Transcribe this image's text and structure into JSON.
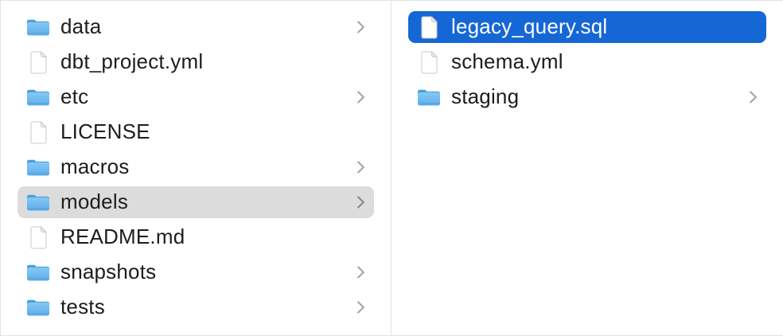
{
  "panes": {
    "left": {
      "name": "parent-column",
      "items": [
        {
          "label": "data",
          "type": "folder",
          "icon": "folder-icon",
          "chevron": true,
          "selected": false,
          "selection_style": null
        },
        {
          "label": "dbt_project.yml",
          "type": "file",
          "icon": "document-icon",
          "chevron": false,
          "selected": false,
          "selection_style": null
        },
        {
          "label": "etc",
          "type": "folder",
          "icon": "folder-icon",
          "chevron": true,
          "selected": false,
          "selection_style": null
        },
        {
          "label": "LICENSE",
          "type": "file",
          "icon": "document-icon",
          "chevron": false,
          "selected": false,
          "selection_style": null
        },
        {
          "label": "macros",
          "type": "folder",
          "icon": "folder-icon",
          "chevron": true,
          "selected": false,
          "selection_style": null
        },
        {
          "label": "models",
          "type": "folder",
          "icon": "folder-icon",
          "chevron": true,
          "selected": true,
          "selection_style": "inactive"
        },
        {
          "label": "README.md",
          "type": "file",
          "icon": "document-icon",
          "chevron": false,
          "selected": false,
          "selection_style": null
        },
        {
          "label": "snapshots",
          "type": "folder",
          "icon": "folder-icon",
          "chevron": true,
          "selected": false,
          "selection_style": null
        },
        {
          "label": "tests",
          "type": "folder",
          "icon": "folder-icon",
          "chevron": true,
          "selected": false,
          "selection_style": null
        }
      ]
    },
    "right": {
      "name": "child-column",
      "items": [
        {
          "label": "legacy_query.sql",
          "type": "file",
          "icon": "document-icon",
          "chevron": false,
          "selected": true,
          "selection_style": "active"
        },
        {
          "label": "schema.yml",
          "type": "file",
          "icon": "document-icon",
          "chevron": false,
          "selected": false,
          "selection_style": null
        },
        {
          "label": "staging",
          "type": "folder",
          "icon": "folder-icon",
          "chevron": true,
          "selected": false,
          "selection_style": null
        }
      ]
    }
  },
  "colors": {
    "background": "#ffffff",
    "divider": "#e2e2e2",
    "selection_active": "#1667d6",
    "selection_inactive": "#dcdcdc",
    "text": "#1d1d1f",
    "text_selected": "#ffffff",
    "chevron": "#a6a6a6",
    "chevron_on_inactive": "#8a8a8a",
    "folder_back": "#47a0e0",
    "folder_front_top": "#85c8f5",
    "folder_front_bottom": "#58aae6",
    "folder_stripe": "#459bd5",
    "document_fill": "#ffffff",
    "document_stroke": "#c9c9c9",
    "document_fold": "#ebebeb"
  }
}
